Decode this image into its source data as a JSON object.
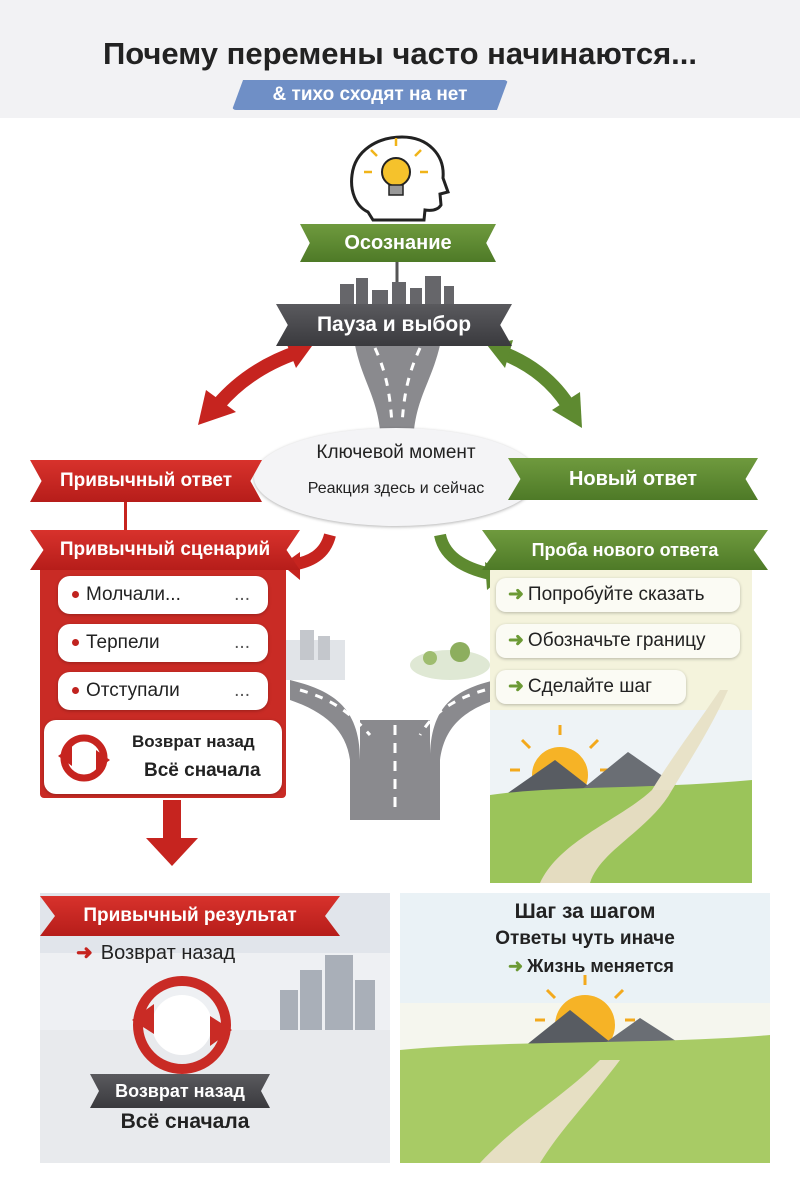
{
  "header": {
    "title": "Почему перемены часто начинаются...",
    "subtitle": "& тихо сходят на нет"
  },
  "top": {
    "awareness": "Осознание",
    "pause": "Пауза и выбор"
  },
  "key_moment": {
    "title": "Ключевой момент",
    "subtitle": "Реакция здесь и сейчас"
  },
  "habitual": {
    "response": "Привычный ответ",
    "scenario": "Привычный сценарий",
    "items": [
      "Молчали...",
      "Терпели",
      "Отступали"
    ],
    "ellipsis": "...",
    "cycle_line1": "Возврат назад",
    "cycle_line2": "Всё сначала"
  },
  "new_path": {
    "response": "Новый ответ",
    "trial": "Проба нового ответа",
    "items": [
      "Попробуйте сказать",
      "Обозначьте границу",
      "Сделайте шаг"
    ]
  },
  "result_habitual": {
    "title": "Привычный результат",
    "arrow_text": "Возврат назад",
    "bottom_banner": "Возврат назад",
    "bottom_text": "Всё сначала"
  },
  "result_new": {
    "line1": "Шаг за шагом",
    "line2": "Ответы чуть иначе",
    "line3": "Жизнь меняется"
  },
  "colors": {
    "red": "#c6241f",
    "green": "#5e8a30",
    "dark": "#46464a",
    "blue": "#6f8fc6"
  }
}
